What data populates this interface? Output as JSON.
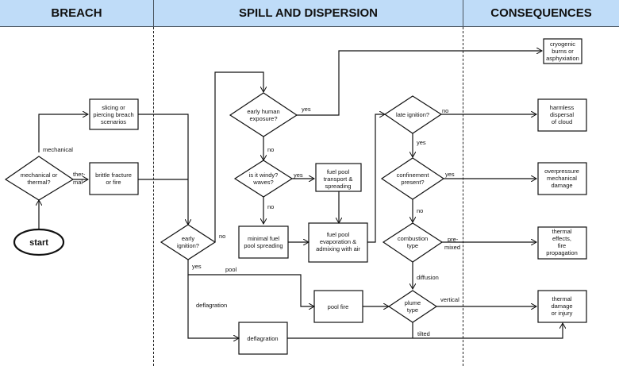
{
  "lanes": [
    {
      "title": "BREACH"
    },
    {
      "title": "SPILL AND DISPERSION"
    },
    {
      "title": "CONSEQUENCES"
    }
  ],
  "nodes": {
    "start": {
      "text": [
        "start"
      ]
    },
    "mech_or_thermal": {
      "text": [
        "mechanical   or",
        "thermal?"
      ]
    },
    "slicing": {
      "text": [
        "slicing    or",
        "piercing   breach",
        "scenarios"
      ]
    },
    "brittle": {
      "text": [
        "brittle   fracture",
        "or fire"
      ]
    },
    "early_ignition": {
      "text": [
        "early",
        "ignition?"
      ]
    },
    "early_human": {
      "text": [
        "early  human",
        "exposure?"
      ]
    },
    "windy": {
      "text": [
        "is  it windy?",
        "waves?"
      ]
    },
    "transport": {
      "text": [
        "fuel  pool",
        "transport  &",
        "spreading"
      ]
    },
    "minimal": {
      "text": [
        "minimal   fuel",
        "pool   spreading"
      ]
    },
    "evaporation": {
      "text": [
        "fuel pool",
        "evaporation   &",
        "admixing   with  air"
      ]
    },
    "pool_fire": {
      "text": [
        "pool  fire"
      ]
    },
    "deflagration": {
      "text": [
        "deflagration"
      ]
    },
    "late_ignition": {
      "text": [
        "late  ignition?"
      ]
    },
    "confinement": {
      "text": [
        "confinement",
        "present?"
      ]
    },
    "combustion": {
      "text": [
        "combustion",
        "type"
      ]
    },
    "plume": {
      "text": [
        "plume",
        "type"
      ]
    },
    "cryogenic": {
      "text": [
        "cryogenic",
        "burns   or",
        "asphyxiation"
      ]
    },
    "harmless": {
      "text": [
        "harmless",
        "dispersal",
        "of cloud"
      ]
    },
    "overpressure": {
      "text": [
        "overpressure",
        "mechanical",
        "damage"
      ]
    },
    "thermal_effects": {
      "text": [
        "thermal",
        "effects,",
        "fire",
        "propagation"
      ]
    },
    "thermal_damage": {
      "text": [
        "thermal",
        "damage",
        "or injury"
      ]
    }
  },
  "edge_labels": {
    "mechanical": "mechanical",
    "thermal_1": "ther-",
    "thermal_2": "mal",
    "early_ign_no": "no",
    "early_ign_yes": "yes",
    "pool": "pool",
    "deflagration": "deflagration",
    "human_yes": "yes",
    "human_no": "no",
    "windy_yes": "yes",
    "windy_no": "no",
    "late_no": "no",
    "late_yes": "yes",
    "conf_yes": "yes",
    "conf_no": "no",
    "premixed_1": "pre-",
    "premixed_2": "mixed",
    "diffusion": "diffusion",
    "vertical": "vertical",
    "tilted": "tilted"
  }
}
